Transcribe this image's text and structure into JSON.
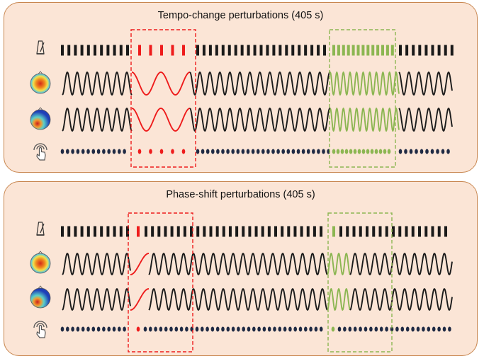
{
  "panels": [
    {
      "id": "tempo",
      "title": "Tempo-change perturbations (405 s)",
      "perturbations": [
        {
          "kind": "tempo-slow",
          "color": "#ee1c1c"
        },
        {
          "kind": "tempo-fast",
          "color": "#8cb652"
        }
      ]
    },
    {
      "id": "phase",
      "title": "Phase-shift perturbations (405 s)",
      "perturbations": [
        {
          "kind": "phase-shift",
          "color": "#ee1c1c"
        },
        {
          "kind": "phase-shift",
          "color": "#8cb652"
        }
      ]
    }
  ],
  "rows": [
    "metronome-icon",
    "brain-topomap-icon",
    "brain-topomap-icon",
    "finger-tap-icon"
  ],
  "colors": {
    "base": "#1a1a1a",
    "dots": "#1f2a44",
    "red": "#ee1c1c",
    "green": "#8cb652",
    "panel_fill": "#fbe5d6",
    "panel_border": "#c8864f"
  }
}
